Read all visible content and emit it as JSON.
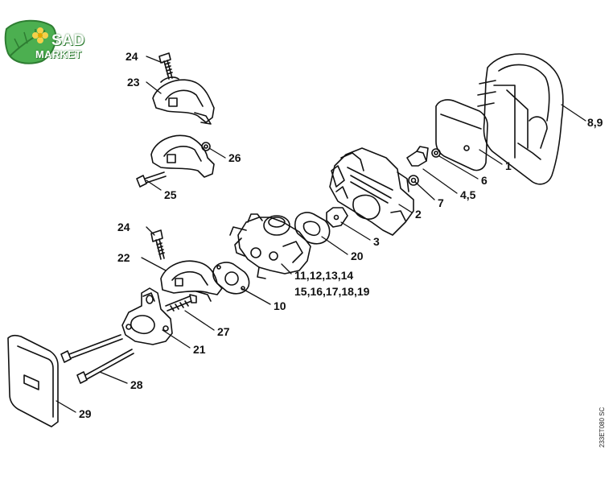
{
  "logo": {
    "line1": "SAD",
    "line2": "MARKET",
    "leaf_color": "#4caf50",
    "leaf_dark": "#2e7d32",
    "flower_color": "#f5d04a"
  },
  "drawing_code": "233ET080 SC",
  "labels": {
    "l24a": "24",
    "l23": "23",
    "l26": "26",
    "l25": "25",
    "l89": "8,9",
    "l1": "1",
    "l6": "6",
    "l45": "4,5",
    "l7": "7",
    "l2": "2",
    "l3": "3",
    "l20": "20",
    "l24b": "24",
    "l22": "22",
    "l10": "10",
    "l11": "11,12,13,14",
    "l15": "15,16,17,18,19",
    "l27": "27",
    "l21": "21",
    "l28": "28",
    "l29": "29"
  }
}
